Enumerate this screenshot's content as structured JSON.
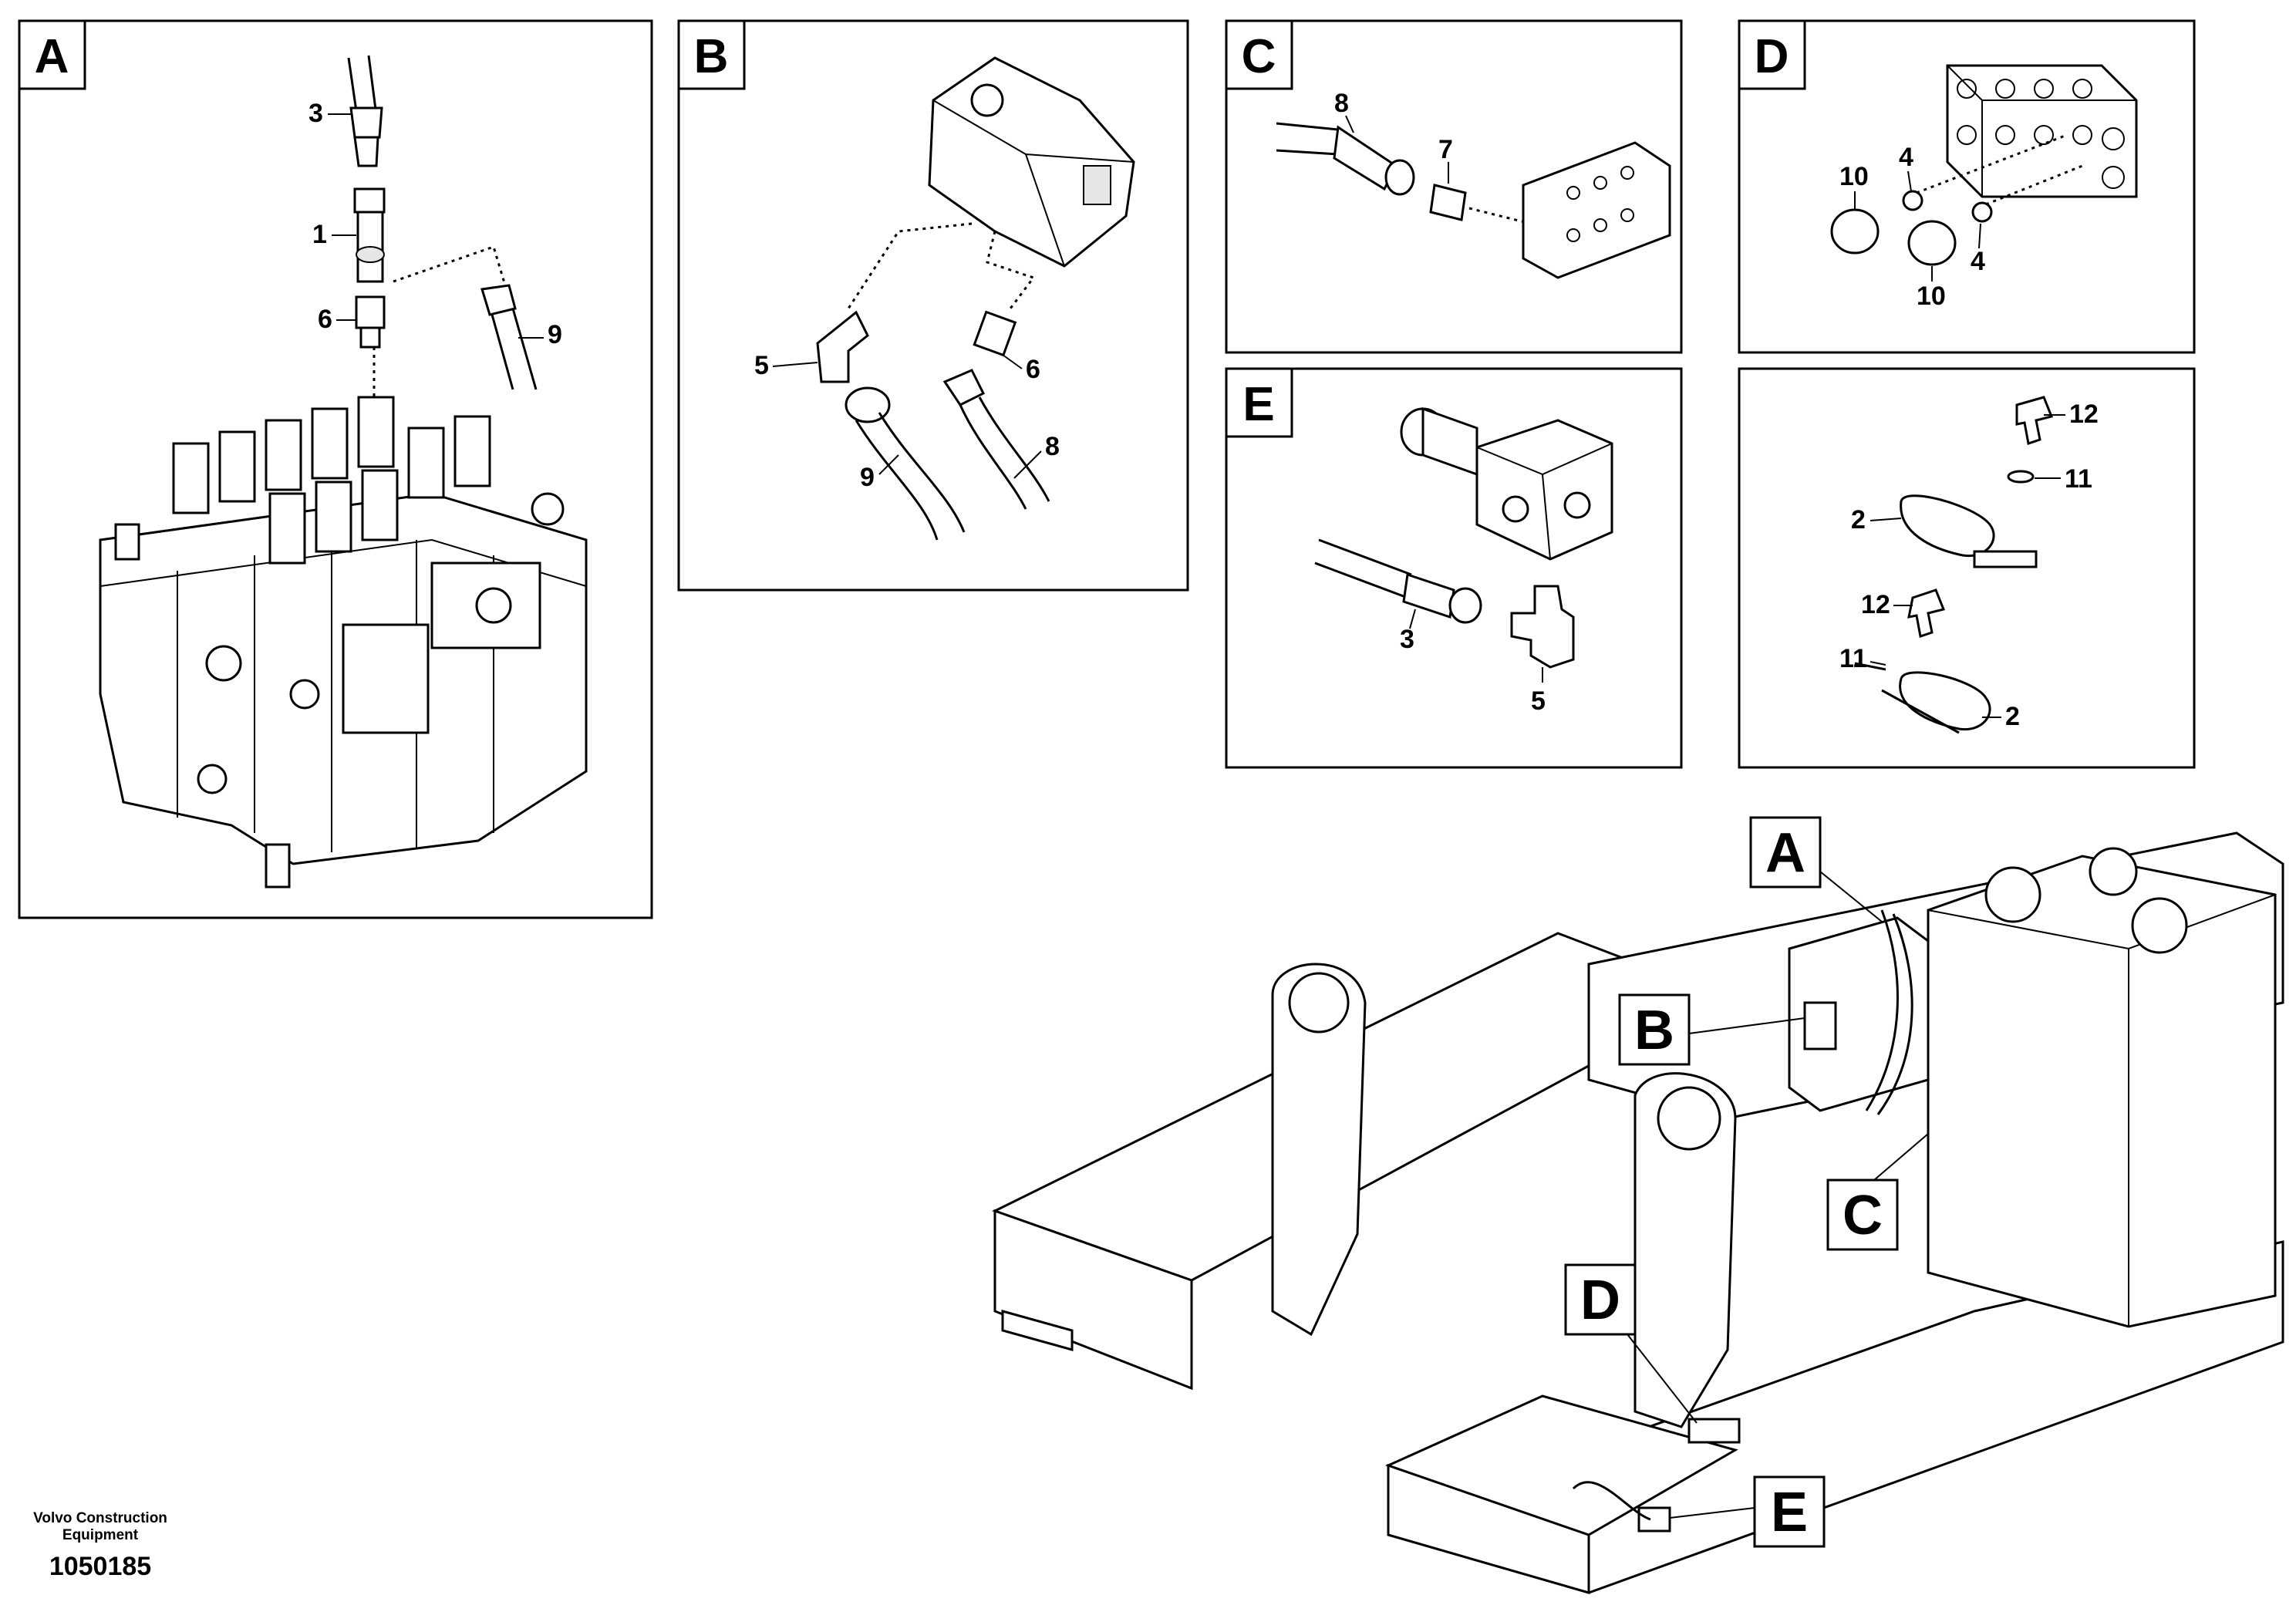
{
  "panels": {
    "A": {
      "letter": "A",
      "callouts": [
        "3",
        "1",
        "6",
        "9"
      ]
    },
    "B": {
      "letter": "B",
      "callouts": [
        "5",
        "6",
        "9",
        "8"
      ]
    },
    "C": {
      "letter": "C",
      "callouts": [
        "8",
        "7"
      ]
    },
    "D": {
      "letter": "D",
      "callouts": [
        "10",
        "4",
        "4",
        "10"
      ]
    },
    "E": {
      "letter": "E",
      "callouts": [
        "3",
        "5"
      ]
    },
    "F": {
      "callouts": [
        "12",
        "11",
        "2",
        "12",
        "11",
        "2"
      ]
    }
  },
  "overview": {
    "labels": [
      "A",
      "B",
      "C",
      "D",
      "E"
    ]
  },
  "footer": {
    "company_line1": "Volvo Construction",
    "company_line2": "Equipment",
    "drawing_number": "1050185"
  }
}
